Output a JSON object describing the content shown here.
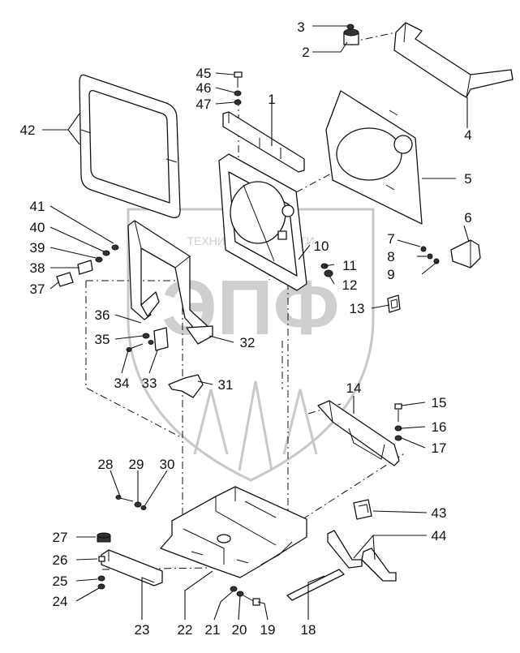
{
  "watermark": {
    "caption": "ТЕХНИКА И ЗАПЧАСТИ",
    "letters": "ЭПФ"
  },
  "callouts": [
    {
      "n": "1"
    },
    {
      "n": "2"
    },
    {
      "n": "3"
    },
    {
      "n": "4"
    },
    {
      "n": "5"
    },
    {
      "n": "6"
    },
    {
      "n": "7"
    },
    {
      "n": "8"
    },
    {
      "n": "9"
    },
    {
      "n": "10"
    },
    {
      "n": "11"
    },
    {
      "n": "12"
    },
    {
      "n": "13"
    },
    {
      "n": "14"
    },
    {
      "n": "15"
    },
    {
      "n": "16"
    },
    {
      "n": "17"
    },
    {
      "n": "18"
    },
    {
      "n": "19"
    },
    {
      "n": "20"
    },
    {
      "n": "21"
    },
    {
      "n": "22"
    },
    {
      "n": "23"
    },
    {
      "n": "24"
    },
    {
      "n": "25"
    },
    {
      "n": "26"
    },
    {
      "n": "27"
    },
    {
      "n": "28"
    },
    {
      "n": "29"
    },
    {
      "n": "30"
    },
    {
      "n": "31"
    },
    {
      "n": "32"
    },
    {
      "n": "33"
    },
    {
      "n": "34"
    },
    {
      "n": "35"
    },
    {
      "n": "36"
    },
    {
      "n": "37"
    },
    {
      "n": "38"
    },
    {
      "n": "39"
    },
    {
      "n": "40"
    },
    {
      "n": "41"
    },
    {
      "n": "42"
    },
    {
      "n": "43"
    },
    {
      "n": "44"
    },
    {
      "n": "45"
    },
    {
      "n": "46"
    },
    {
      "n": "47"
    }
  ]
}
